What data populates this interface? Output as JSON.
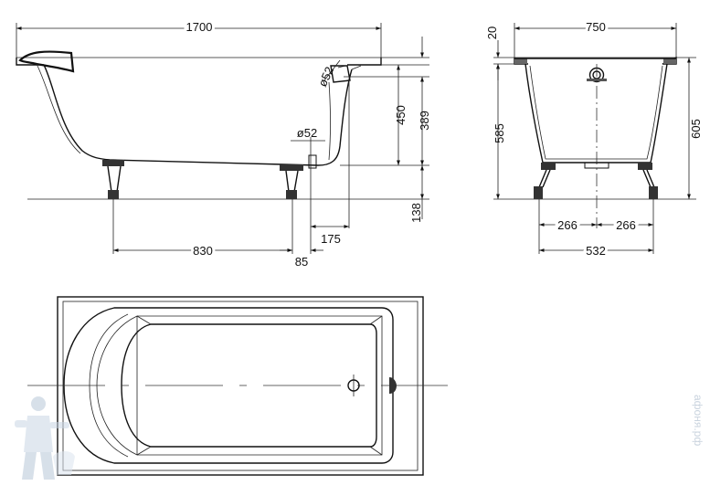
{
  "dimensions": {
    "side_length": "1700",
    "overflow_diameter": "ø52",
    "drain_diameter": "ø52",
    "side_depth_450": "450",
    "inner_depth_389": "389",
    "leg_height_138": "138",
    "leg_spacing_830": "830",
    "drain_offset_85": "85",
    "drain_to_wall_175": "175",
    "rim_thickness_20": "20",
    "end_width_750": "750",
    "end_height_585": "585",
    "end_height_605": "605",
    "leg_half_left_266": "266",
    "leg_half_right_266": "266",
    "leg_total_532": "532"
  },
  "watermark": {
    "text": "афоня.рф"
  },
  "icons": {
    "logo": "plumber-mascot-logo"
  }
}
